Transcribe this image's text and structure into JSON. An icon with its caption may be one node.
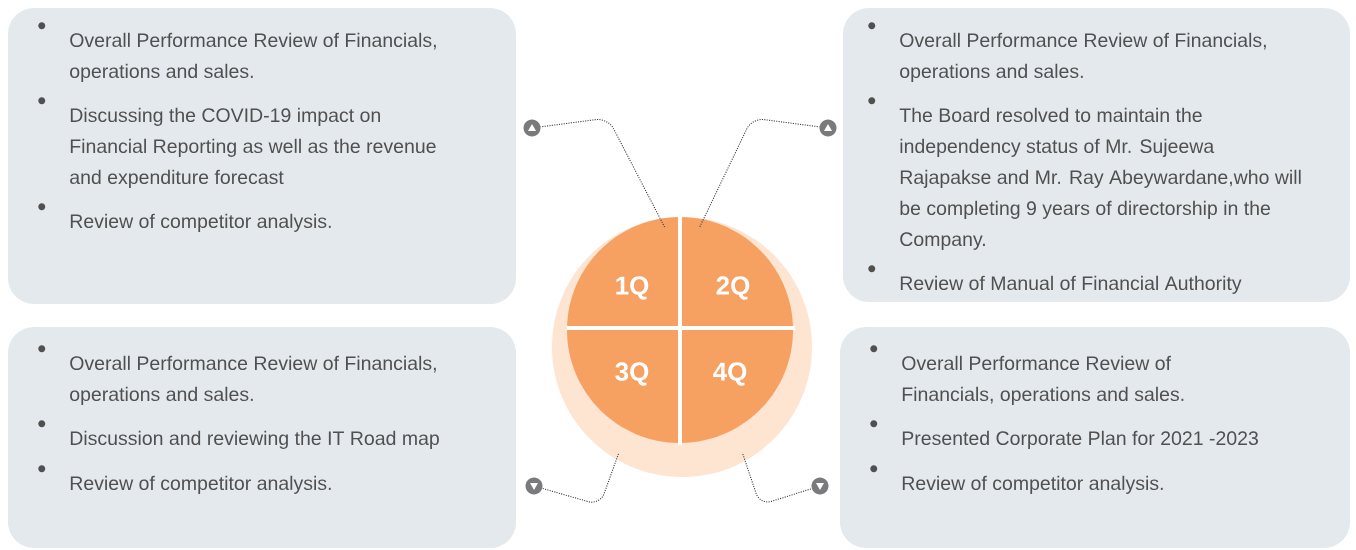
{
  "diagram": {
    "nodes": [
      {
        "text": [
          "Overall Performance Review of Financials, operations and sales.",
          "Discussing the COVID-19 impact on Financial Reporting as well as the revenue and expenditure forecast",
          "Review of  competitor analysis."
        ]
      },
      {
        "text": [
          "Overall Performance Review of Financials, operations and sales.",
          "The Board resolved to maintain the independency status of Mr. Sujeewa Rajapakse and Mr. Ray Abeywardane,who will be completing 9 years of directorship in the Company.",
          "Review of Manual of Financial Authority"
        ]
      },
      {
        "text": [
          "Overall Performance Review of Financials, operations and sales.",
          "Discussion and reviewing the IT Road map",
          "Review of  competitor analysis."
        ]
      },
      {
        "text": [
          "Overall Performance Review of Financials, operations and sales.",
          "Presented Corporate Plan for 2021 -2023",
          "Review of  competitor analysis."
        ]
      },
      {
        "text": [
          "1Q"
        ]
      },
      {
        "text": [
          "2Q"
        ]
      },
      {
        "text": [
          "3Q"
        ]
      },
      {
        "text": [
          "4Q"
        ]
      },
      {
        "text": [],
        "shape": "circle"
      },
      {
        "text": [],
        "shape": "circle"
      },
      {
        "text": [],
        "shape": "circle"
      },
      {
        "text": [],
        "shape": "circle"
      }
    ],
    "edges": [
      {
        "from": 4,
        "to": 8,
        "arrow": "none",
        "style": "dashed"
      },
      {
        "from": 5,
        "to": 9,
        "arrow": "none",
        "style": "dashed"
      },
      {
        "from": 6,
        "to": 10,
        "arrow": "none",
        "style": "dashed"
      },
      {
        "from": 7,
        "to": 11,
        "arrow": "none",
        "style": "dashed"
      }
    ]
  }
}
